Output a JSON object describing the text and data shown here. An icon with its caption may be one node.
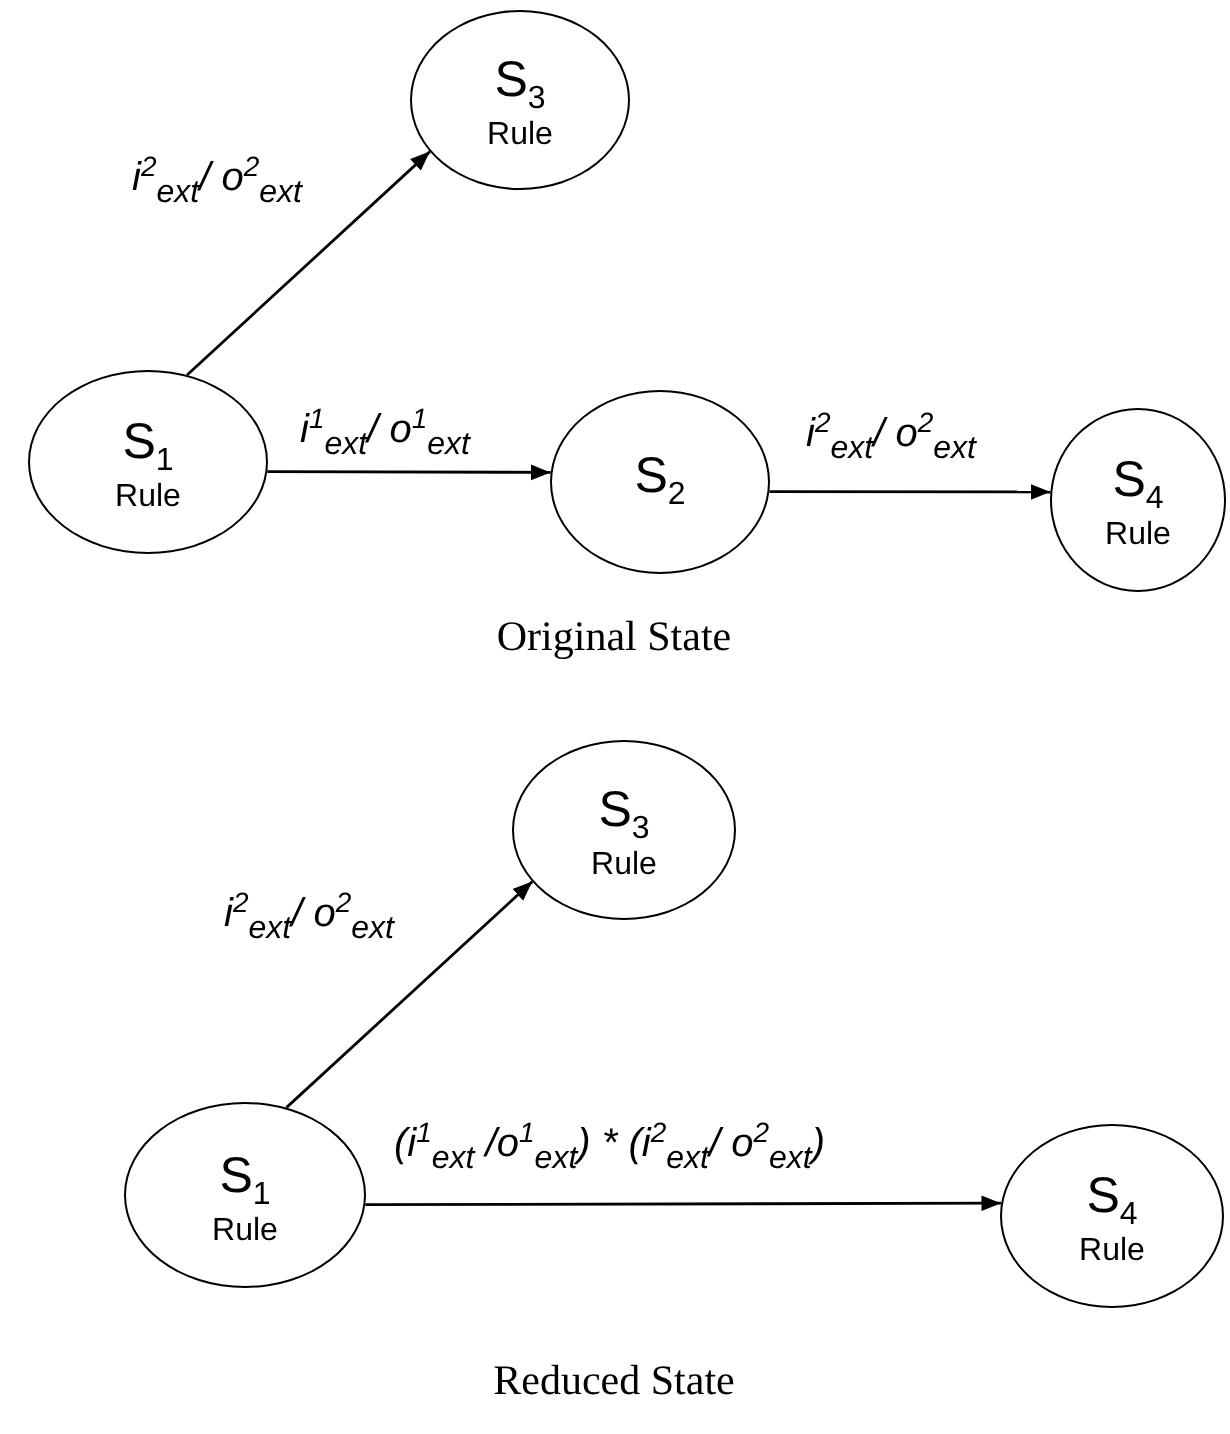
{
  "diagram": {
    "nodes": [
      {
        "text": [
          "S$_{1}$",
          "Rule"
        ]
      },
      {
        "text": [
          "S$_{3}$",
          "Rule"
        ]
      },
      {
        "text": [
          "S$_{2}$"
        ]
      },
      {
        "text": [
          "S$_{4}$",
          "Rule"
        ]
      },
      {
        "text": [
          "S$_{1}$",
          "Rule"
        ]
      },
      {
        "text": [
          "S$_{3}$",
          "Rule"
        ]
      },
      {
        "text": [
          "S$_{4}$",
          "Rule"
        ]
      }
    ],
    "edges": [
      {
        "from": 0,
        "to": 1,
        "arrow": "to",
        "label": "i$^{2}$$_{ext}$/ o$^{2}$$_{ext}$"
      },
      {
        "from": 0,
        "to": 2,
        "arrow": "to",
        "label": "i$^{1}$$_{ext}$/ o$^{1}$$_{ext}$"
      },
      {
        "from": 2,
        "to": 3,
        "arrow": "to",
        "label": "i$^{2}$$_{ext}$/ o$^{2}$$_{ext}$"
      },
      {
        "from": 4,
        "to": 5,
        "arrow": "to",
        "label": "i$^{2}$$_{ext}$/ o$^{2}$$_{ext}$"
      },
      {
        "from": 4,
        "to": 6,
        "arrow": "to",
        "label": "(i$^{1}$$_{ext}$ /o$^{1}$$_{ext}$) * (i$^{2}$$_{ext}$/ o$^{2}$$_{ext}$)"
      }
    ],
    "labels": [
      "Original State",
      "Reduced State"
    ]
  }
}
